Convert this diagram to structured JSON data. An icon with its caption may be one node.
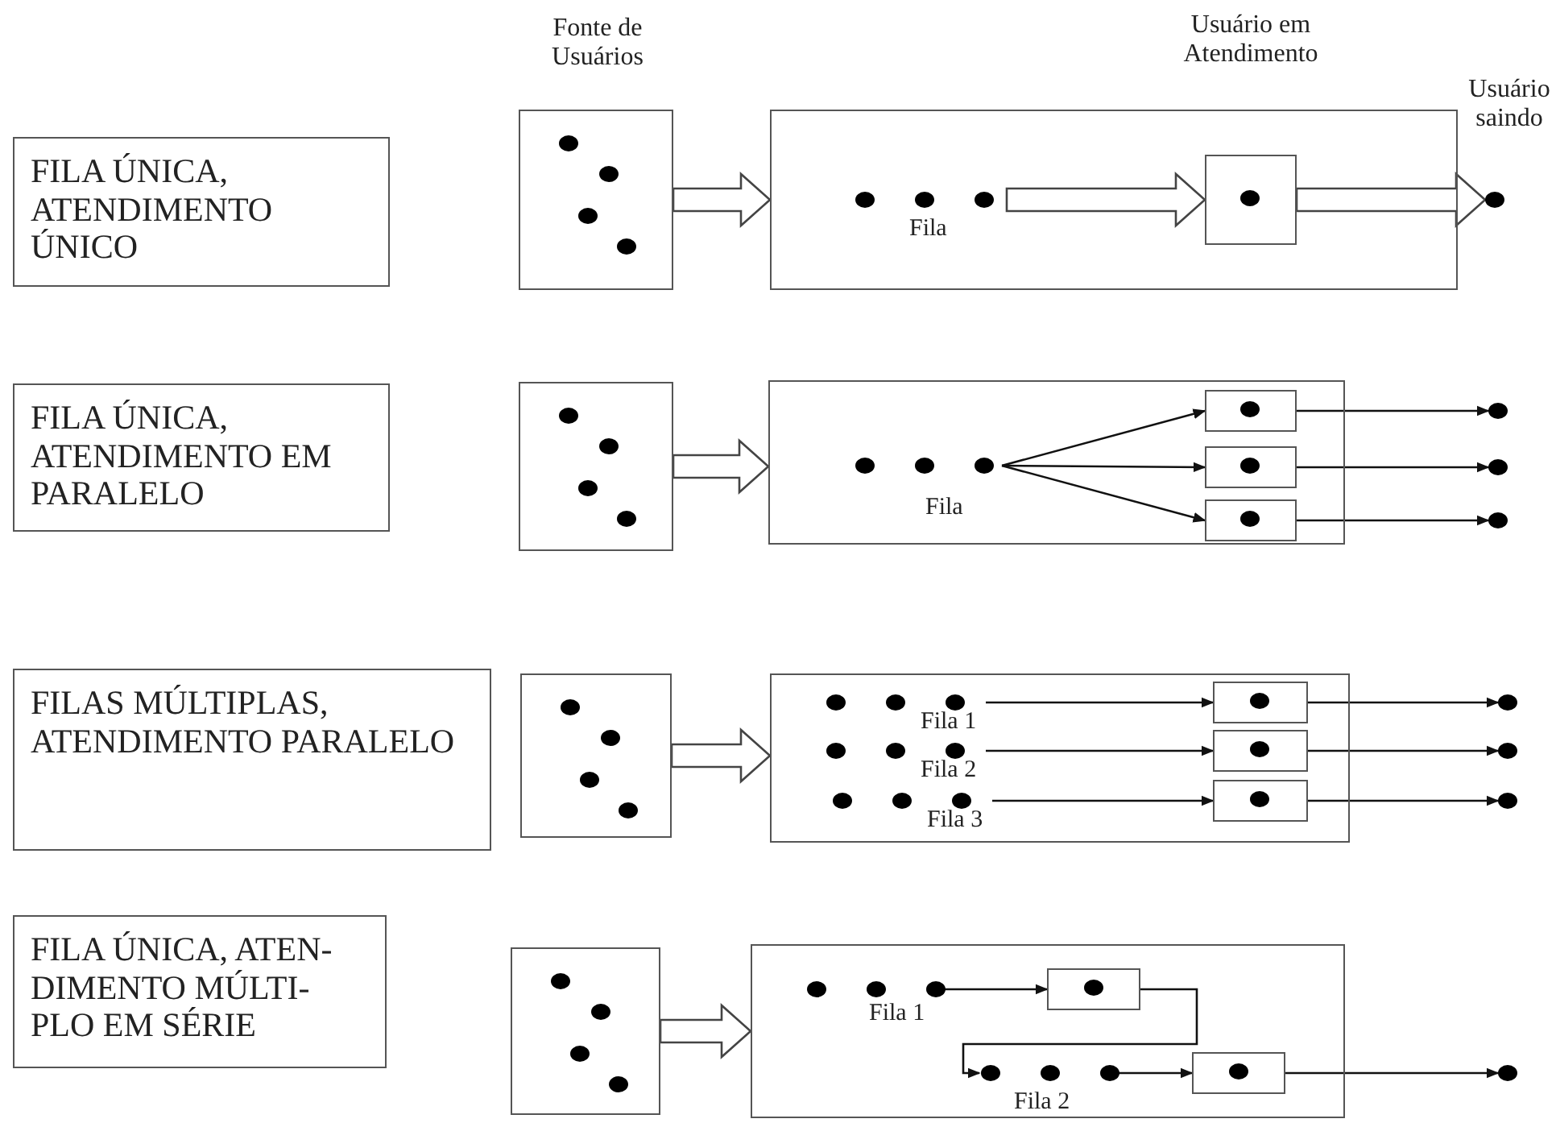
{
  "diagram": {
    "nodes": [
      {
        "text": [
          "FILA ÚNICA, ATENDIMENTO ÚNICO"
        ]
      },
      {
        "text": [
          "Fonte de Usuários"
        ]
      },
      {
        "text": [],
        "shape": "box"
      },
      {
        "text": [
          "Fila"
        ],
        "in": 2
      },
      {
        "text": [
          "Usuário em Atendimento"
        ],
        "in": 2
      },
      {
        "text": [
          "Usuário saindo"
        ]
      },
      {
        "text": [
          "FILA ÚNICA, ATENDIMENTO EM PARALELO"
        ]
      },
      {
        "text": [],
        "shape": "box"
      },
      {
        "text": [],
        "shape": "box"
      },
      {
        "text": [
          "Fila"
        ],
        "in": 8
      },
      {
        "text": [],
        "shape": "box",
        "in": 8
      },
      {
        "text": [],
        "shape": "box",
        "in": 8
      },
      {
        "text": [],
        "shape": "box",
        "in": 8
      },
      {
        "text": [],
        "shape": "circle"
      },
      {
        "text": [],
        "shape": "circle"
      },
      {
        "text": [],
        "shape": "circle"
      },
      {
        "text": [
          "FILAS MÚLTIPLAS, ATENDIMENTO PARALELO"
        ]
      },
      {
        "text": [],
        "shape": "box"
      },
      {
        "text": [],
        "shape": "box"
      },
      {
        "text": [
          "Fila 1"
        ],
        "in": 18
      },
      {
        "text": [
          "Fila 2"
        ],
        "in": 18
      },
      {
        "text": [
          "Fila 3"
        ],
        "in": 18
      },
      {
        "text": [],
        "shape": "box",
        "in": 18
      },
      {
        "text": [],
        "shape": "box",
        "in": 18
      },
      {
        "text": [],
        "shape": "box",
        "in": 18
      },
      {
        "text": [],
        "shape": "circle"
      },
      {
        "text": [],
        "shape": "circle"
      },
      {
        "text": [],
        "shape": "circle"
      },
      {
        "text": [
          "FILA ÚNICA, ATEN- DIMENTO MÚLTI- PLO EM SÉRIE"
        ]
      },
      {
        "text": [],
        "shape": "box"
      },
      {
        "text": [],
        "shape": "box"
      },
      {
        "text": [
          "Fila 1"
        ],
        "in": 30
      },
      {
        "text": [],
        "shape": "box",
        "in": 30
      },
      {
        "text": [
          "Fila 2"
        ],
        "in": 30
      },
      {
        "text": [],
        "shape": "box",
        "in": 30
      },
      {
        "text": [],
        "shape": "circle"
      }
    ],
    "edges": [
      {
        "from": 1,
        "to": 2,
        "arrow": "to",
        "style": "thick"
      },
      {
        "from": 3,
        "to": 4,
        "arrow": "to",
        "style": "thick"
      },
      {
        "from": 4,
        "to": 5,
        "arrow": "to",
        "style": "thick"
      },
      {
        "from": 7,
        "to": 8,
        "arrow": "to",
        "style": "thick"
      },
      {
        "from": 9,
        "to": 10,
        "arrow": "to"
      },
      {
        "from": 9,
        "to": 11,
        "arrow": "to"
      },
      {
        "from": 9,
        "to": 12,
        "arrow": "to"
      },
      {
        "from": 10,
        "to": 13,
        "arrow": "to"
      },
      {
        "from": 11,
        "to": 14,
        "arrow": "to"
      },
      {
        "from": 12,
        "to": 15,
        "arrow": "to"
      },
      {
        "from": 17,
        "to": 18,
        "arrow": "to",
        "style": "thick"
      },
      {
        "from": 19,
        "to": 22,
        "arrow": "to"
      },
      {
        "from": 20,
        "to": 23,
        "arrow": "to"
      },
      {
        "from": 21,
        "to": 24,
        "arrow": "to"
      },
      {
        "from": 22,
        "to": 25,
        "arrow": "to"
      },
      {
        "from": 23,
        "to": 26,
        "arrow": "to"
      },
      {
        "from": 24,
        "to": 27,
        "arrow": "to"
      },
      {
        "from": 29,
        "to": 30,
        "arrow": "to",
        "style": "thick"
      },
      {
        "from": 31,
        "to": 32,
        "arrow": "to"
      },
      {
        "from": 32,
        "to": 33,
        "arrow": "to"
      },
      {
        "from": 33,
        "to": 34,
        "arrow": "to"
      },
      {
        "from": 34,
        "to": 35,
        "arrow": "to"
      }
    ]
  }
}
